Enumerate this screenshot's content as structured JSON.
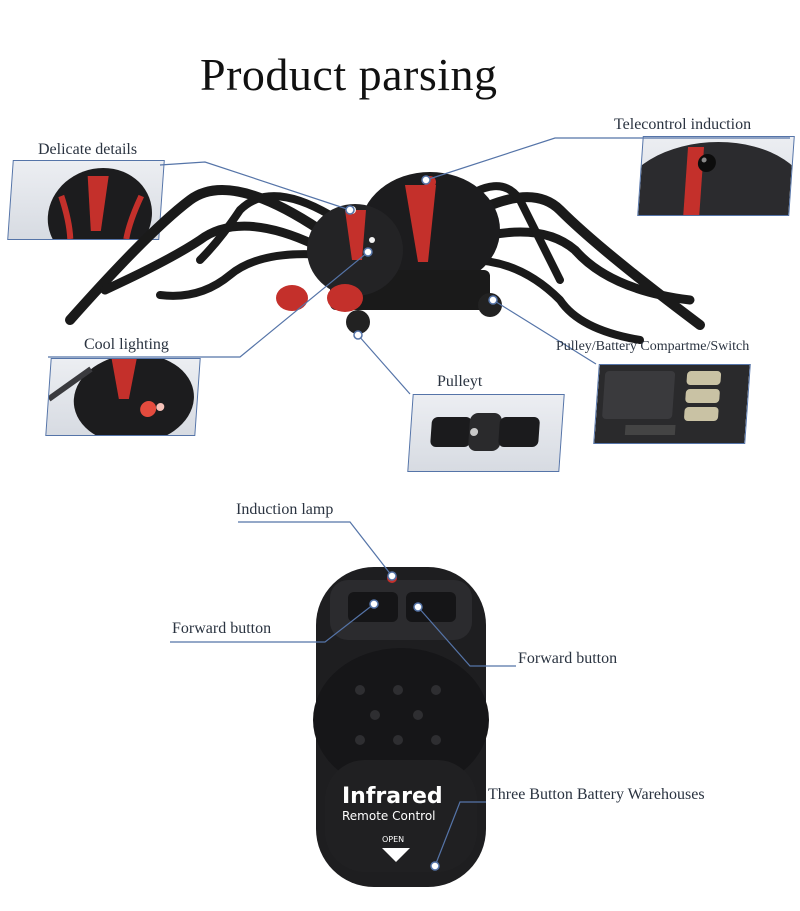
{
  "title": "Product parsing",
  "callouts": {
    "delicate_details": "Delicate details",
    "telecontrol_induction": "Telecontrol induction",
    "cool_lighting": "Cool lighting",
    "pulley_battery_switch": "Pulley/Battery Compartme/Switch",
    "pulleyt": "Pulleyt",
    "induction_lamp": "Induction lamp",
    "forward_button_left": "Forward button",
    "forward_button_right": "Forward button",
    "battery_warehouses": "Three Button Battery Warehouses"
  },
  "remote": {
    "line1": "Infrared",
    "line2": "Remote Control",
    "open": "OPEN"
  },
  "colors": {
    "callout_line": "#5574a8",
    "spider_body": "#1c1c1e",
    "accent_red": "#c4302b",
    "remote_body": "#1e1e20"
  }
}
